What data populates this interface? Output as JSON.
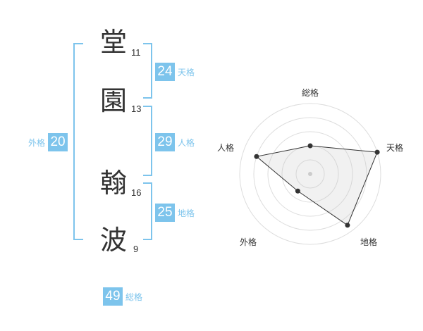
{
  "characters": [
    {
      "char": "堂",
      "strokes": "11"
    },
    {
      "char": "園",
      "strokes": "13"
    },
    {
      "char": "翰",
      "strokes": "16"
    },
    {
      "char": "波",
      "strokes": "9"
    }
  ],
  "fortunes": {
    "ten": {
      "value": "24",
      "label": "天格"
    },
    "jin": {
      "value": "29",
      "label": "人格"
    },
    "chi": {
      "value": "25",
      "label": "地格"
    },
    "gai": {
      "value": "20",
      "label": "外格"
    },
    "sou": {
      "value": "49",
      "label": "総格"
    }
  },
  "accent_color": "#7dc4ec",
  "radar": {
    "axes": [
      "総格",
      "天格",
      "地格",
      "外格",
      "人格"
    ],
    "levels": 5,
    "values": [
      0.4,
      1.0,
      0.9,
      0.3,
      0.8
    ]
  }
}
